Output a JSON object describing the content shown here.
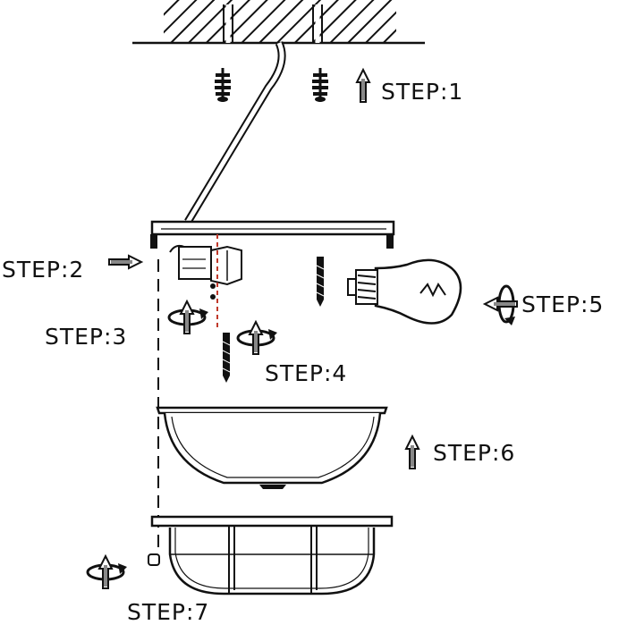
{
  "steps": {
    "s1": "STEP:1",
    "s2": "STEP:2",
    "s3": "STEP:3",
    "s4": "STEP:4",
    "s5": "STEP:5",
    "s6": "STEP:6",
    "s7": "STEP:7"
  },
  "colors": {
    "line": "#111111",
    "guide": "#c0392b",
    "fill": "#ffffff"
  }
}
